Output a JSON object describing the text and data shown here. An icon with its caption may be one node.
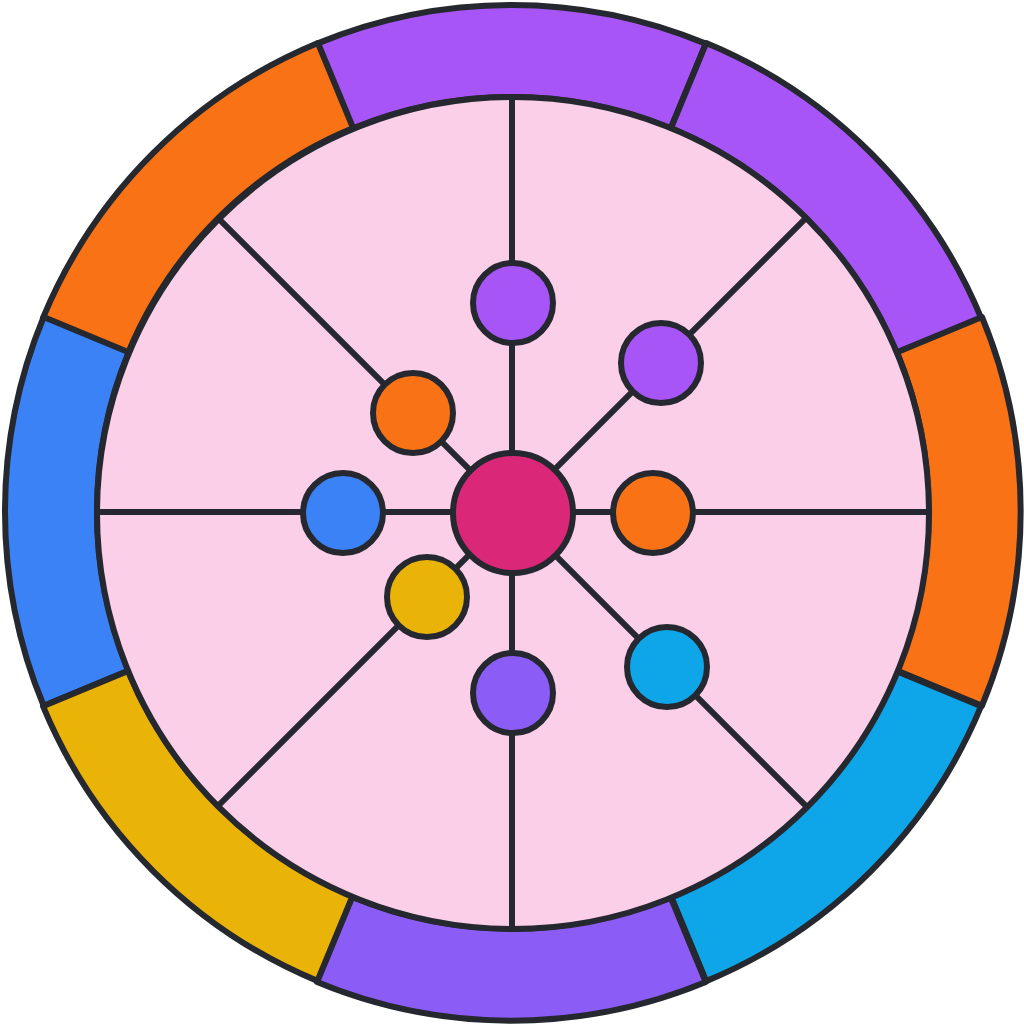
{
  "diagram": {
    "nodes": [
      {
        "text": [],
        "shape": "arc"
      },
      {
        "text": [],
        "shape": "arc"
      },
      {
        "text": [],
        "shape": "arc"
      },
      {
        "text": [],
        "shape": "arc"
      },
      {
        "text": [],
        "shape": "arc"
      },
      {
        "text": [],
        "shape": "arc"
      },
      {
        "text": [],
        "shape": "arc"
      },
      {
        "text": [],
        "shape": "arc"
      },
      {
        "text": [],
        "shape": "circle"
      },
      {
        "text": [],
        "shape": "circle",
        "in": 8
      },
      {
        "text": [],
        "shape": "circle",
        "in": 8
      },
      {
        "text": [],
        "shape": "circle",
        "in": 8
      },
      {
        "text": [],
        "shape": "circle",
        "in": 8
      },
      {
        "text": [],
        "shape": "circle",
        "in": 8
      },
      {
        "text": [],
        "shape": "circle",
        "in": 8
      },
      {
        "text": [],
        "shape": "circle",
        "in": 8
      },
      {
        "text": [],
        "shape": "circle",
        "in": 8
      },
      {
        "text": [],
        "shape": "circle",
        "in": 8
      }
    ],
    "edges": [
      {
        "from": 13,
        "to": 9,
        "arrow": "none"
      },
      {
        "from": 9,
        "to": 0,
        "arrow": "none"
      },
      {
        "from": 13,
        "to": 10,
        "arrow": "none"
      },
      {
        "from": 10,
        "to": 2,
        "arrow": "none"
      },
      {
        "from": 13,
        "to": 11,
        "arrow": "none"
      },
      {
        "from": 11,
        "to": 1,
        "arrow": "none"
      },
      {
        "from": 13,
        "to": 12,
        "arrow": "none"
      },
      {
        "from": 12,
        "to": 3,
        "arrow": "none"
      },
      {
        "from": 13,
        "to": 14,
        "arrow": "none"
      },
      {
        "from": 14,
        "to": 4,
        "arrow": "none"
      },
      {
        "from": 13,
        "to": 15,
        "arrow": "none"
      },
      {
        "from": 15,
        "to": 5,
        "arrow": "none"
      },
      {
        "from": 13,
        "to": 16,
        "arrow": "none"
      },
      {
        "from": 16,
        "to": 6,
        "arrow": "none"
      },
      {
        "from": 13,
        "to": 17,
        "arrow": "none"
      },
      {
        "from": 17,
        "to": 7,
        "arrow": "none"
      }
    ]
  }
}
